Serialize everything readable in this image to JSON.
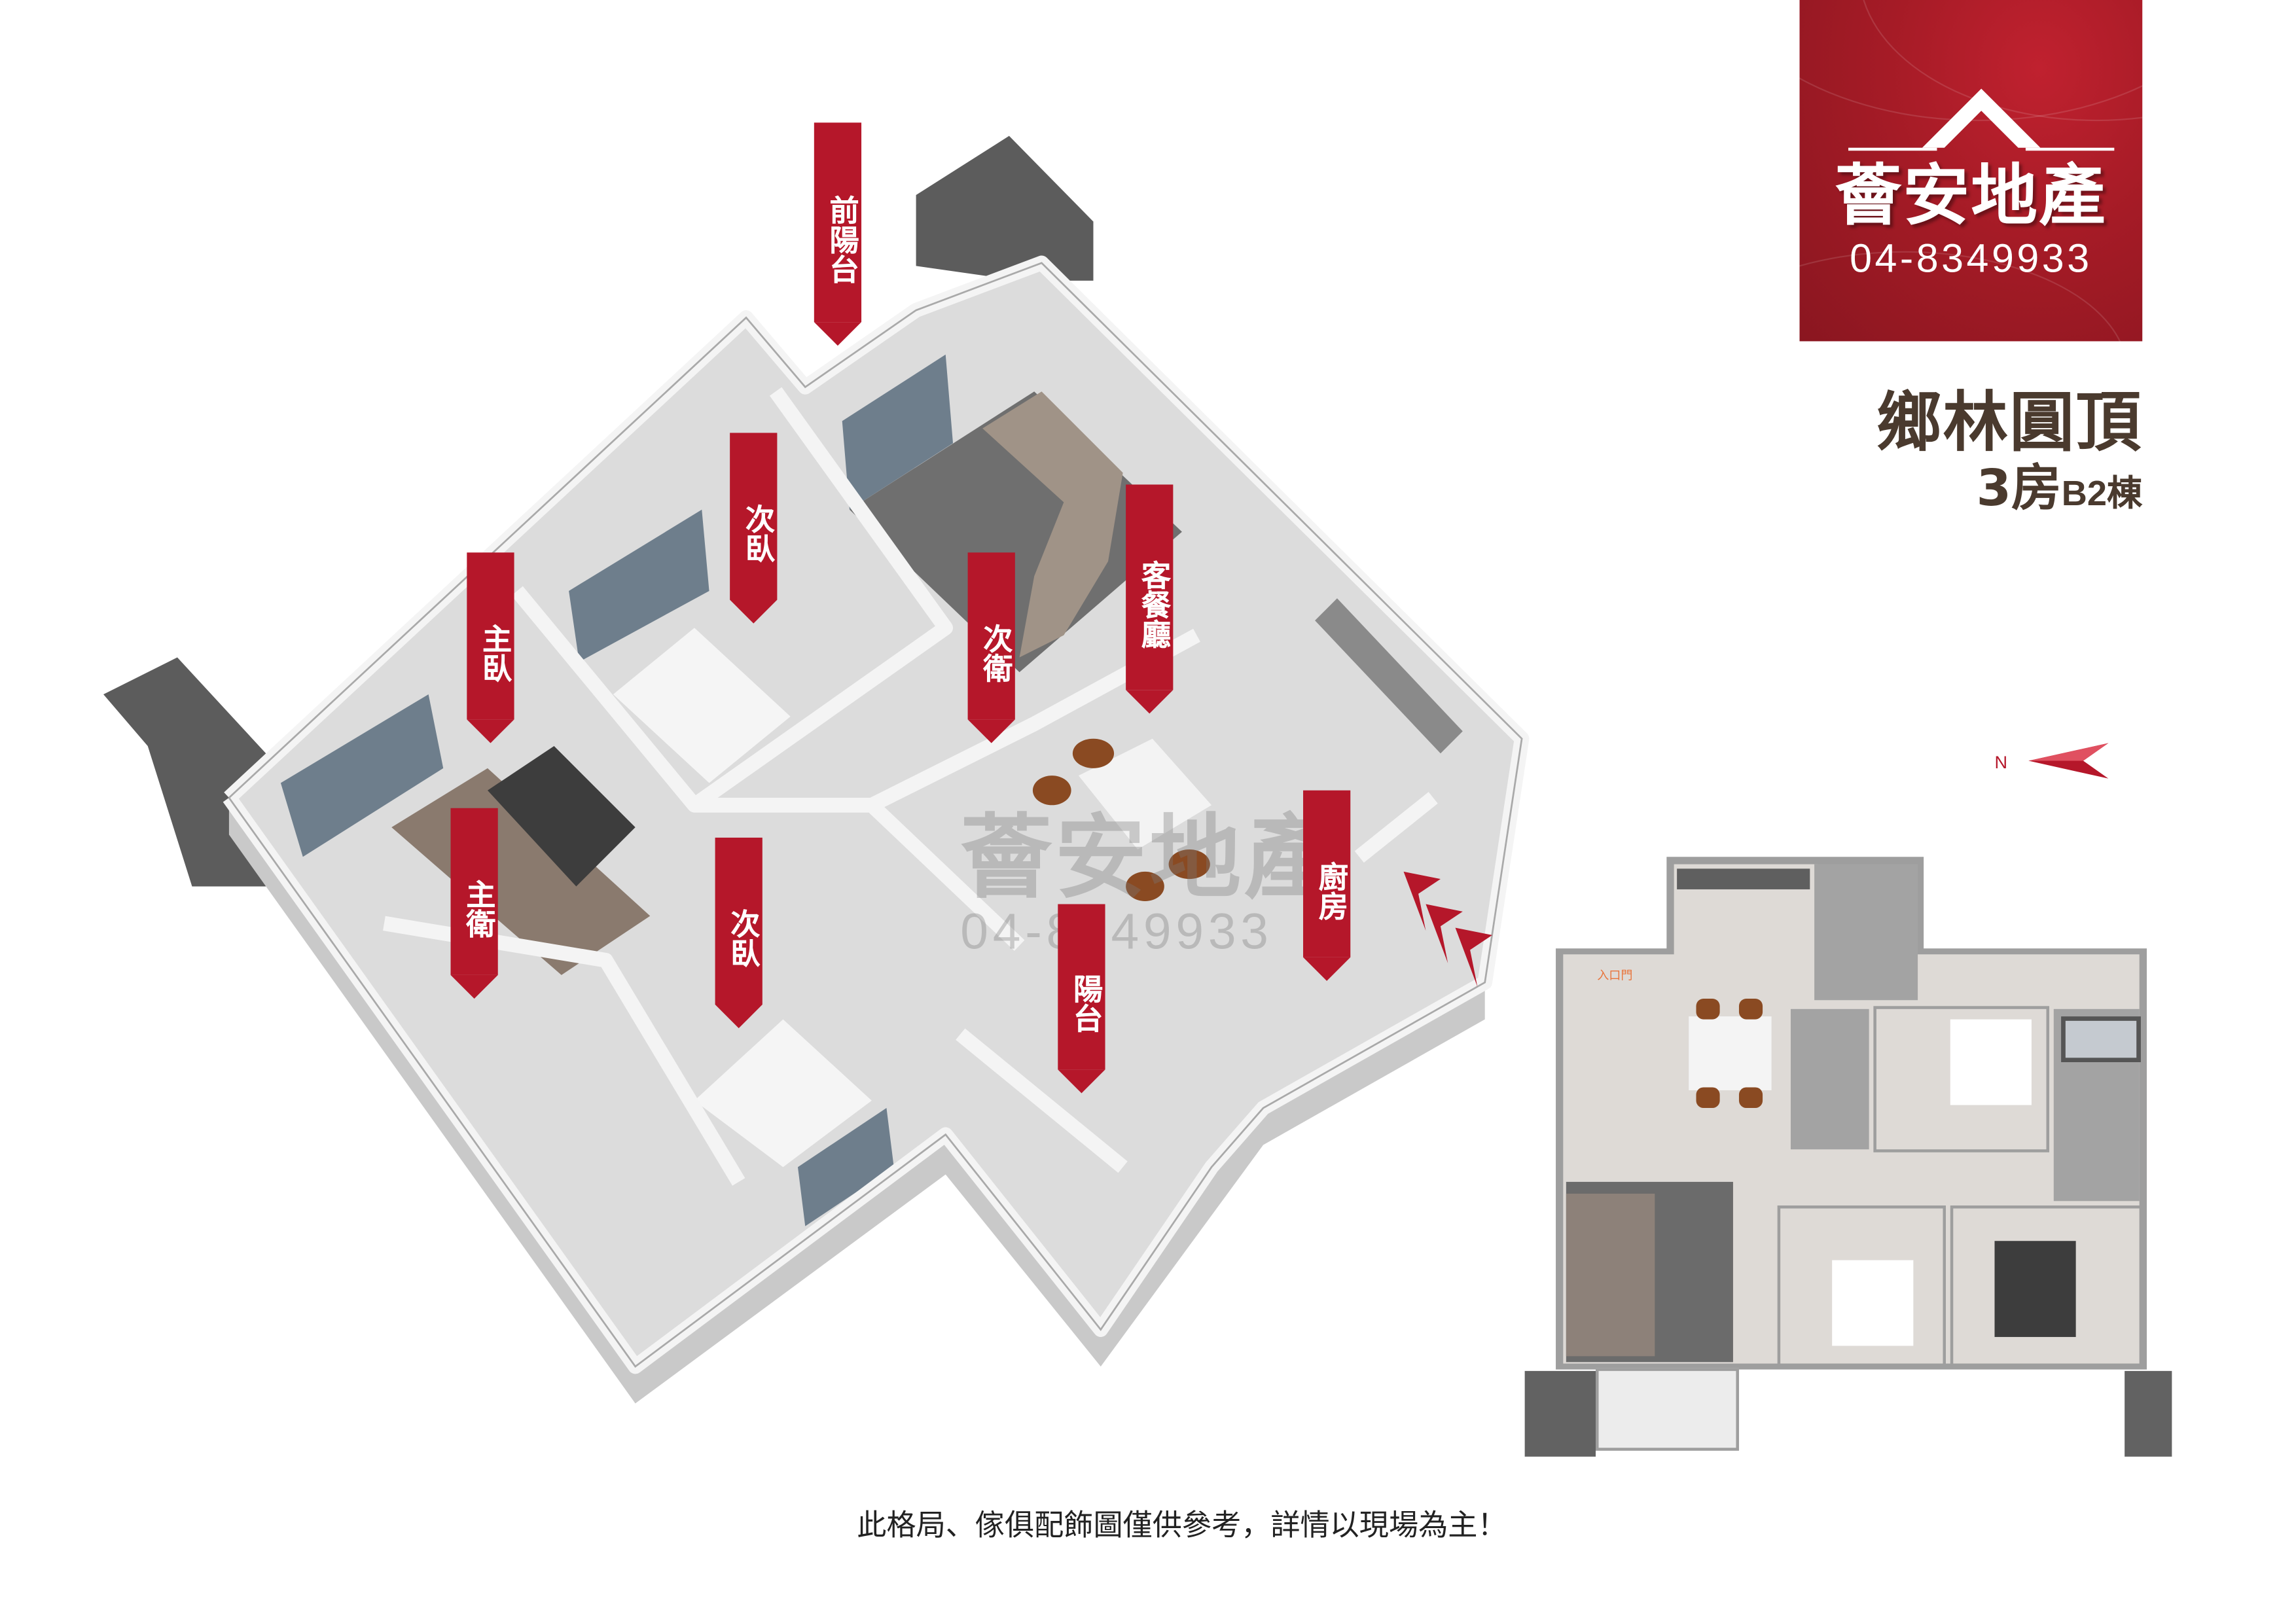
{
  "brand": {
    "name": "薈安地產",
    "phone": "04-8349933",
    "color": "#a51b26"
  },
  "project": {
    "title": "鄉林圓頂",
    "subtitle_rooms": "3房",
    "subtitle_building": "B2棟",
    "color": "#4a3a2e"
  },
  "room_labels": [
    {
      "text": "前陽台"
    },
    {
      "text": "次臥"
    },
    {
      "text": "主臥"
    },
    {
      "text": "次衛"
    },
    {
      "text": "客餐廳"
    },
    {
      "text": "主衛"
    },
    {
      "text": "次臥"
    },
    {
      "text": "廚房"
    },
    {
      "text": "陽台"
    }
  ],
  "label_color": "#b5172a",
  "floor_plan": {
    "entrance_label": "入口門",
    "entrance_color": "#e8743b"
  },
  "compass": {
    "label": "N",
    "icon": "north-arrow-icon"
  },
  "watermark": {
    "name": "薈安地產",
    "phone": "04-8349933"
  },
  "disclaimer": "此格局、傢俱配飾圖僅供參考，詳情以現場為主！"
}
